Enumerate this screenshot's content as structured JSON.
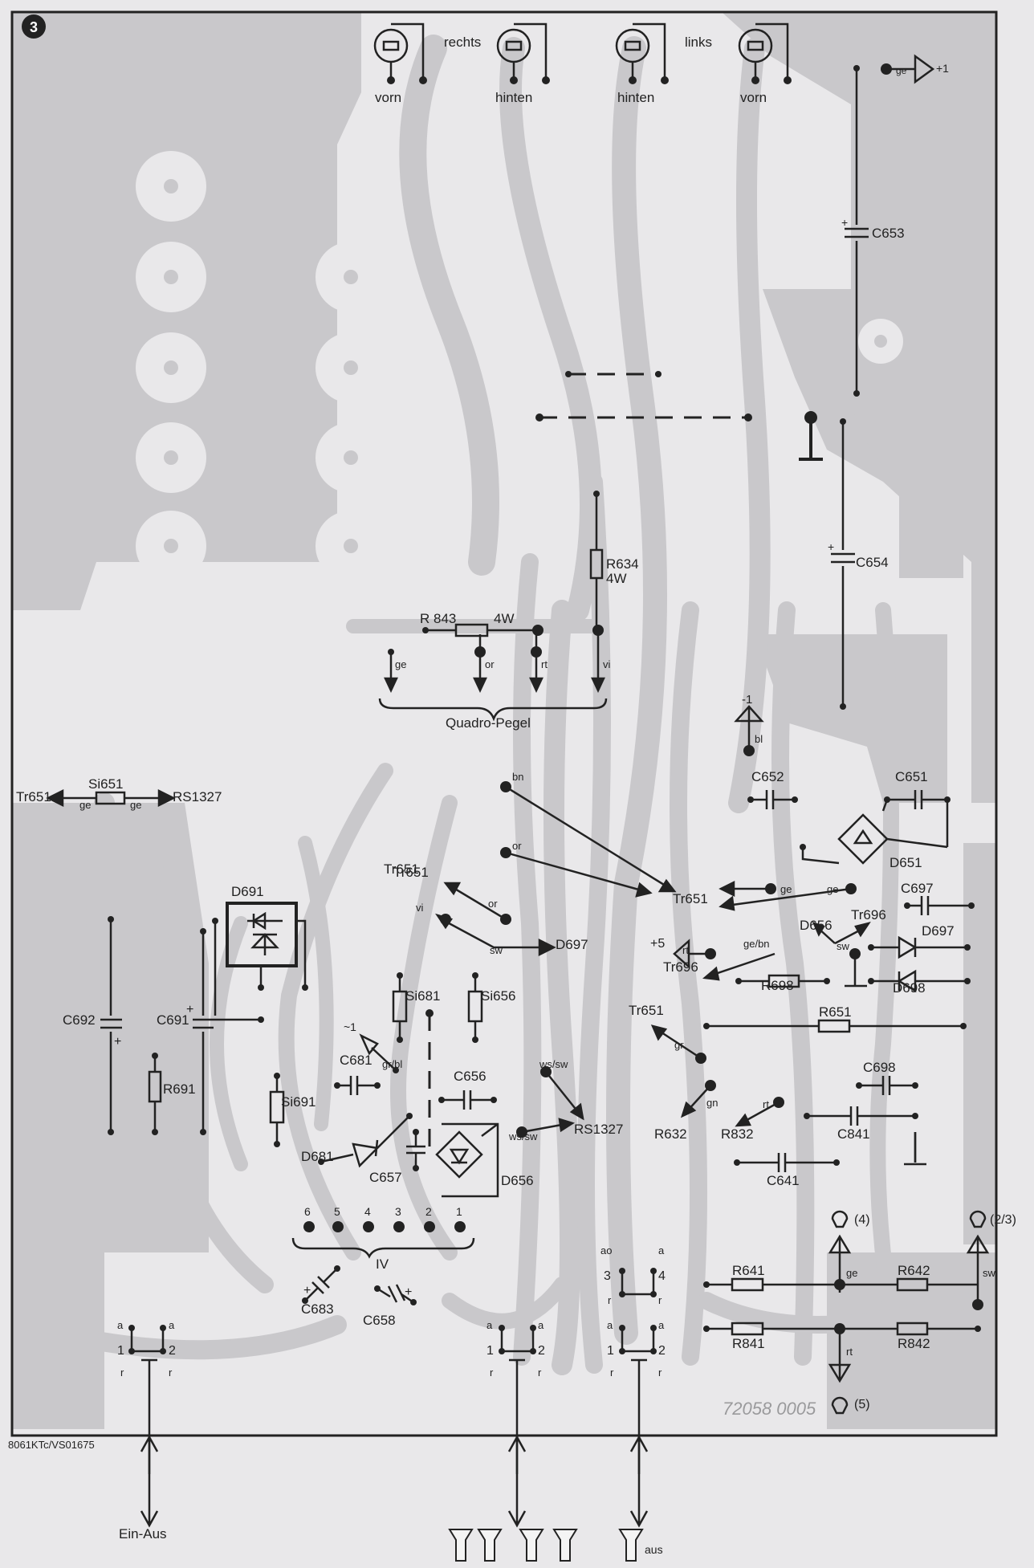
{
  "figure_number": "3",
  "corner_code": "8061KTc/VS01675",
  "board_number": "72058 0005",
  "sockets": {
    "group_right": "rechts",
    "group_left": "links",
    "labels": [
      "vorn",
      "hinten",
      "hinten",
      "vorn"
    ]
  },
  "terminals": {
    "plus1": "+1",
    "minus1": "-1",
    "plus5": "+5",
    "out4": "(4)",
    "out5": "(5)",
    "out23": "(2/3)"
  },
  "components": {
    "C653": "C653",
    "C654": "C654",
    "R634": "R634",
    "R634_rating": "4W",
    "R843": "R 843",
    "R843_rating": "4W",
    "Si651": "Si651",
    "D691": "D691",
    "C692": "C692",
    "C691": "C691",
    "R691": "R691",
    "Si681": "Si681",
    "Si656": "Si656",
    "Si691": "Si691",
    "C681": "C681",
    "C656": "C656",
    "D681": "D681",
    "C657": "C657",
    "D656": "D656",
    "C683": "C683",
    "C658": "C658",
    "C652": "C652",
    "C651": "C651",
    "D651": "D651",
    "C697": "C697",
    "D697": "D697",
    "D698": "D698",
    "R698": "R698",
    "R651": "R651",
    "C698": "C698",
    "C841": "C841",
    "C641": "C641",
    "R632": "R632",
    "R832": "R832",
    "R641": "R641",
    "R642": "R642",
    "R841": "R841",
    "R842": "R842"
  },
  "connections": {
    "Tr651": "Tr651",
    "RS1327": "RS1327",
    "Tr696": "Tr696",
    "D697": "D697",
    "D656": "D656"
  },
  "wire_colors": {
    "ge": "ge",
    "or": "or",
    "rt": "rt",
    "vi": "vi",
    "bl": "bl",
    "bn": "bn",
    "sw": "sw",
    "gr": "gr",
    "gn": "gn",
    "gr_bl": "gr/bl",
    "ge_bn": "ge/bn",
    "ws_sw": "ws/sw"
  },
  "group_labels": {
    "quadro_pegel": "Quadro-Pegel",
    "iv": "IV",
    "iv_pins": [
      "6",
      "5",
      "4",
      "3",
      "2",
      "1"
    ],
    "tilde1": "~1"
  },
  "switch_labels": {
    "a": "a",
    "r": "r",
    "ao": "ao",
    "one": "1",
    "two": "2",
    "three": "3",
    "four": "4"
  },
  "bottom": {
    "power_switch": "Ein-Aus",
    "speaker_off": "aus"
  },
  "colors": {
    "background": "#e9e8ea",
    "copper": "#c9c8cb",
    "ink": "#222222",
    "pad_hole": "#e9e8ea"
  }
}
